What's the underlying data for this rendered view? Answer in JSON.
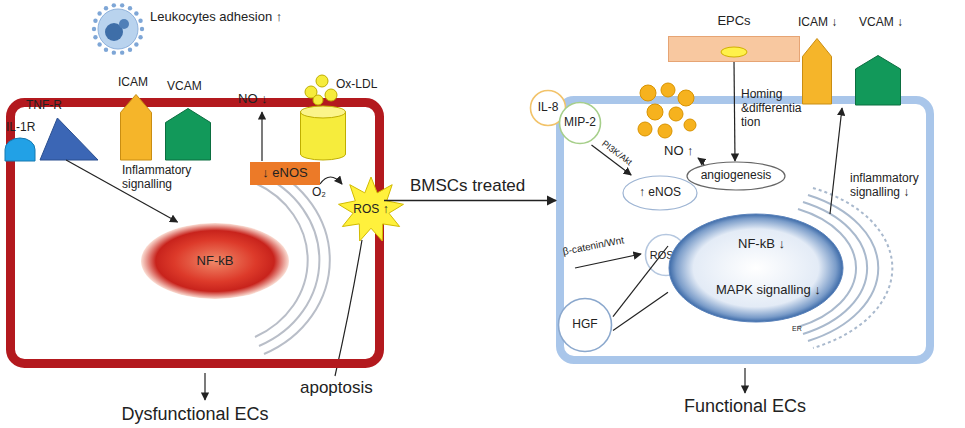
{
  "diagram": {
    "nodes": [
      {
        "text": [
          "Leukocytes adhesion ↑"
        ]
      },
      {
        "text": [
          "IL-1R"
        ]
      },
      {
        "text": [
          "TNF-R"
        ]
      },
      {
        "text": [
          "ICAM"
        ]
      },
      {
        "text": [
          "VCAM"
        ]
      },
      {
        "text": [
          "Ox-LDL"
        ]
      },
      {
        "text": [
          "Dysfunctional ECs"
        ]
      },
      {
        "text": [
          "NF-kB"
        ],
        "in": 6
      },
      {
        "text": [
          "↓ eNOS"
        ],
        "in": 6
      },
      {
        "text": [
          "ROS ↑"
        ],
        "in": 6
      },
      {
        "text": [
          "IL-8"
        ]
      },
      {
        "text": [
          "MIP-2"
        ]
      },
      {
        "text": [
          "EPCs"
        ]
      },
      {
        "text": [
          "ICAM ↓"
        ]
      },
      {
        "text": [
          "VCAM ↓"
        ]
      },
      {
        "text": [
          "Functional ECs"
        ]
      },
      {
        "text": [
          "↑ eNOS"
        ],
        "in": 15
      },
      {
        "text": [
          "angiogenesis"
        ],
        "in": 15
      },
      {
        "text": [
          "ROS ↓"
        ],
        "in": 15
      },
      {
        "text": [
          "NF-kB ↓",
          "MAPK signalling ↓"
        ],
        "in": 15
      },
      {
        "text": [
          "HGF"
        ],
        "in": 15
      }
    ],
    "edges": [
      {
        "from": 2,
        "to": 7,
        "arrow": "to",
        "label": "Inflammatory signalling"
      },
      {
        "from": 6,
        "to": 15,
        "arrow": "to",
        "label": "BMSCs treated"
      },
      {
        "from": 11,
        "to": 16,
        "arrow": "to",
        "label": "PI3K/Akt"
      },
      {
        "from": 12,
        "to": 17,
        "arrow": "to",
        "label": "Homing &differentiation"
      },
      {
        "from": 20,
        "to": 19,
        "arrow": "none"
      },
      {
        "from": 20,
        "to": 19,
        "arrow": "none"
      }
    ],
    "labels": [
      "NO ↓",
      "O₂",
      "apoptosis",
      "NO ↑",
      "β-catenin/Wnt",
      "inflammatory signalling ↓",
      "ER"
    ]
  }
}
